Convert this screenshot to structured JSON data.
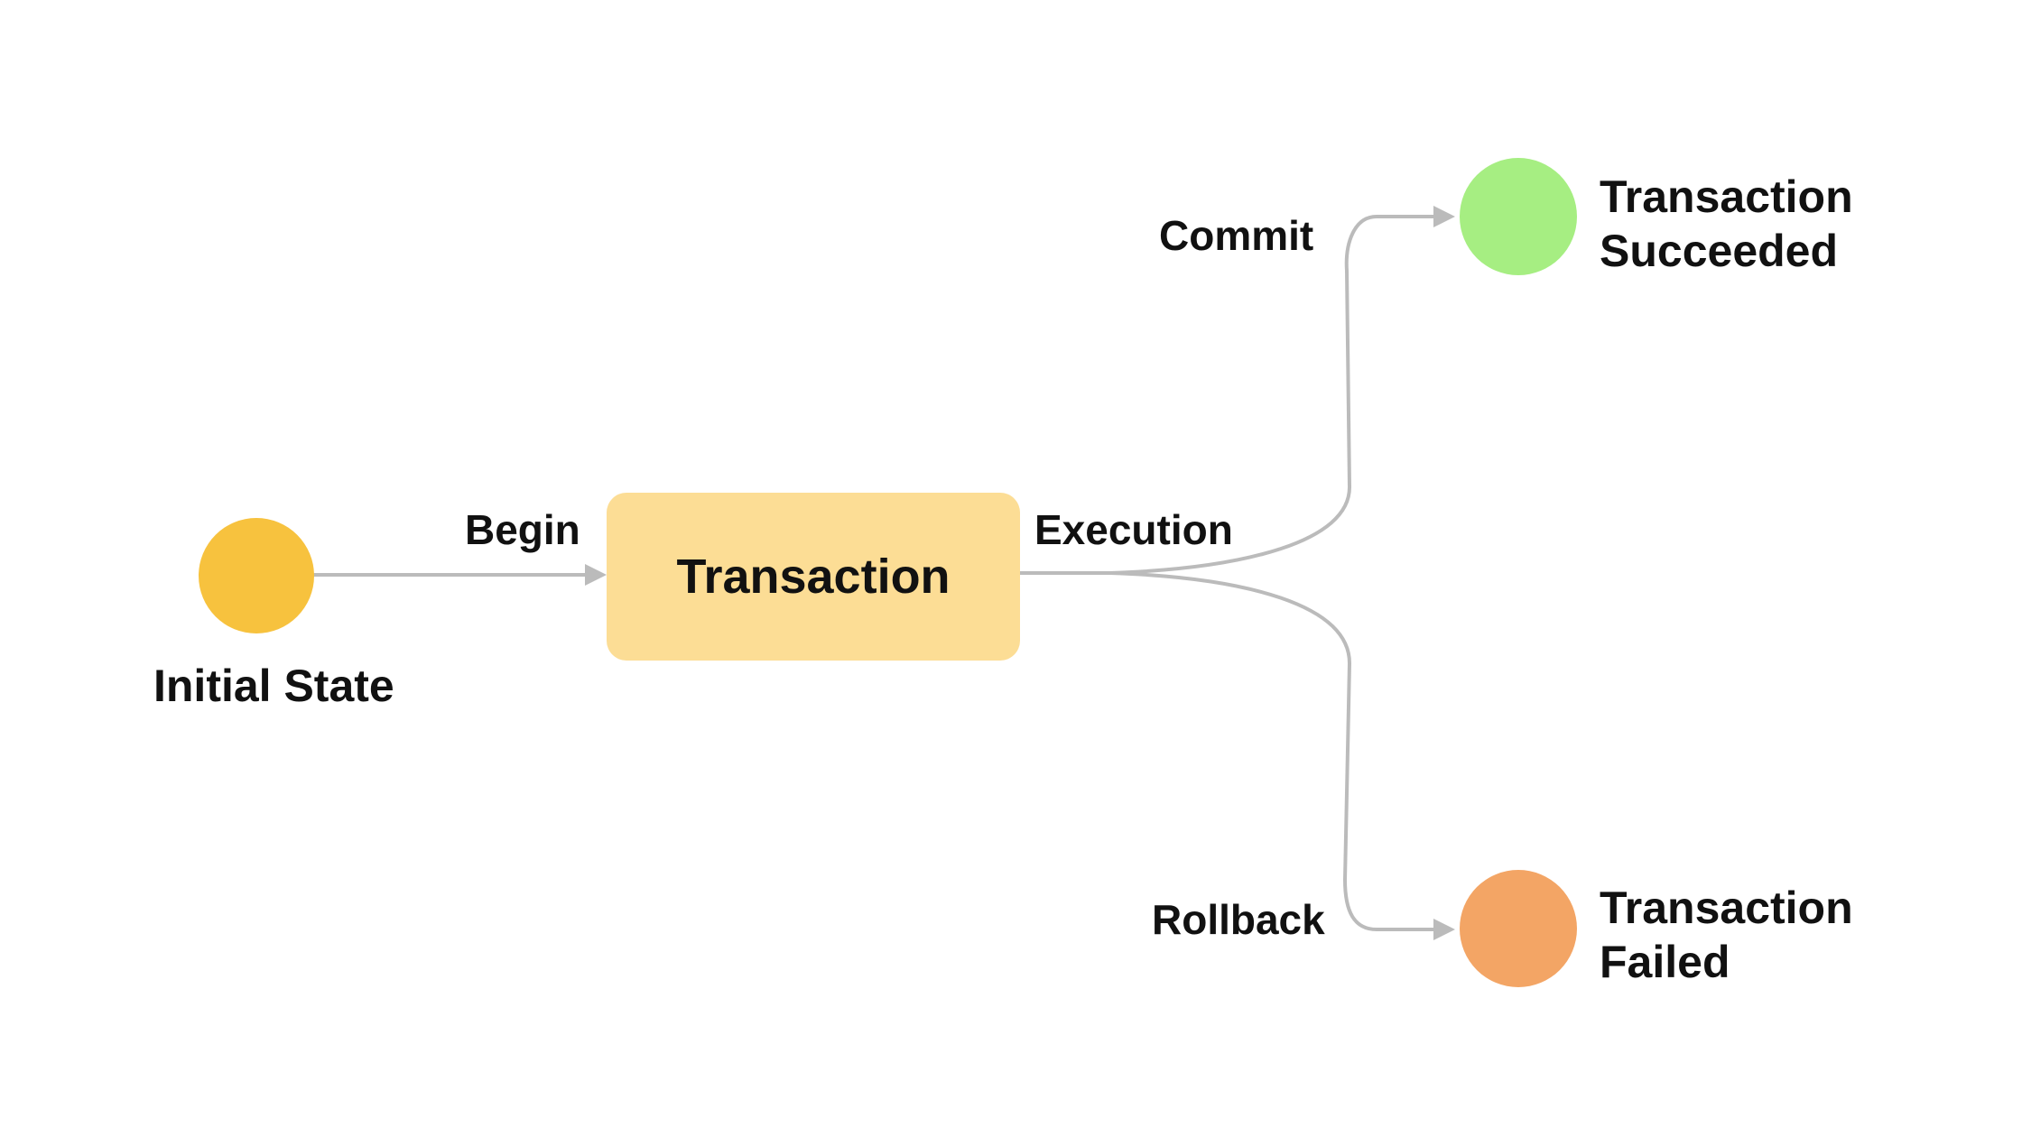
{
  "diagram": {
    "nodes": {
      "initial": {
        "label": "Initial State",
        "color": "#f7c23e"
      },
      "transaction": {
        "label": "Transaction",
        "color": "#fcdd95"
      },
      "succeeded": {
        "label_line1": "Transaction",
        "label_line2": "Succeeded",
        "color": "#a6ee82"
      },
      "failed": {
        "label_line1": "Transaction",
        "label_line2": "Failed",
        "color": "#f3a565"
      }
    },
    "edges": {
      "begin": {
        "label": "Begin"
      },
      "execution": {
        "label": "Execution"
      },
      "commit": {
        "label": "Commit"
      },
      "rollback": {
        "label": "Rollback"
      }
    },
    "edge_color": "#bbbbbb"
  }
}
